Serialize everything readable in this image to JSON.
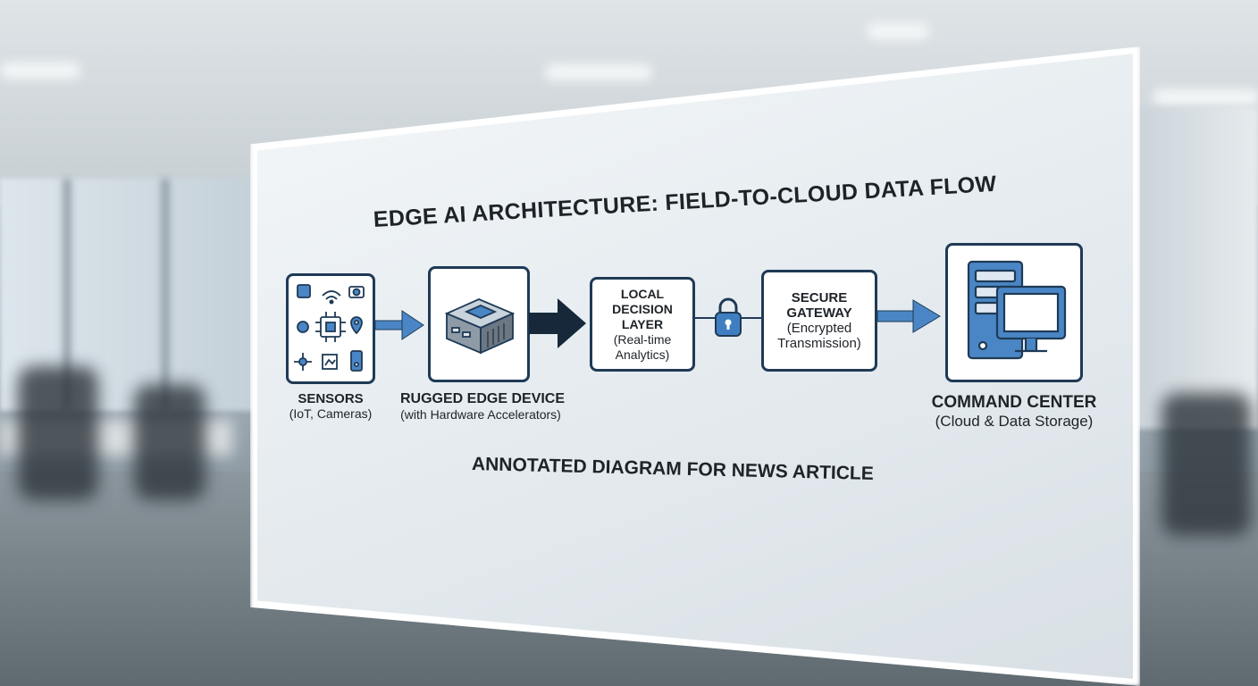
{
  "title": "EDGE AI ARCHITECTURE: FIELD-TO-CLOUD DATA FLOW",
  "subtitle": "ANNOTATED DIAGRAM FOR NEWS ARTICLE",
  "nodes": [
    {
      "id": "sensors",
      "icon": "sensors-grid-icon",
      "label": "SENSORS",
      "sublabel": "(IoT, Cameras)"
    },
    {
      "id": "edge",
      "icon": "edge-device-icon",
      "label": "RUGGED EDGE DEVICE",
      "sublabel": "(with Hardware Accelerators)"
    },
    {
      "id": "local",
      "label_lines": [
        "LOCAL",
        "DECISION LAYER"
      ],
      "sub_lines": [
        "(Real-time",
        "Analytics)"
      ]
    },
    {
      "id": "gateway",
      "label_lines": [
        "SECURE",
        "GATEWAY"
      ],
      "sub_lines": [
        "(Encrypted",
        "Transmission)"
      ]
    },
    {
      "id": "command",
      "icon": "server-monitor-icon",
      "label": "COMMAND CENTER",
      "sublabel": "(Cloud & Data Storage)"
    }
  ],
  "colors": {
    "accent": "#4a86c5",
    "border": "#1f3a56",
    "dark": "#16283a",
    "lock": "#3f7fc1"
  }
}
